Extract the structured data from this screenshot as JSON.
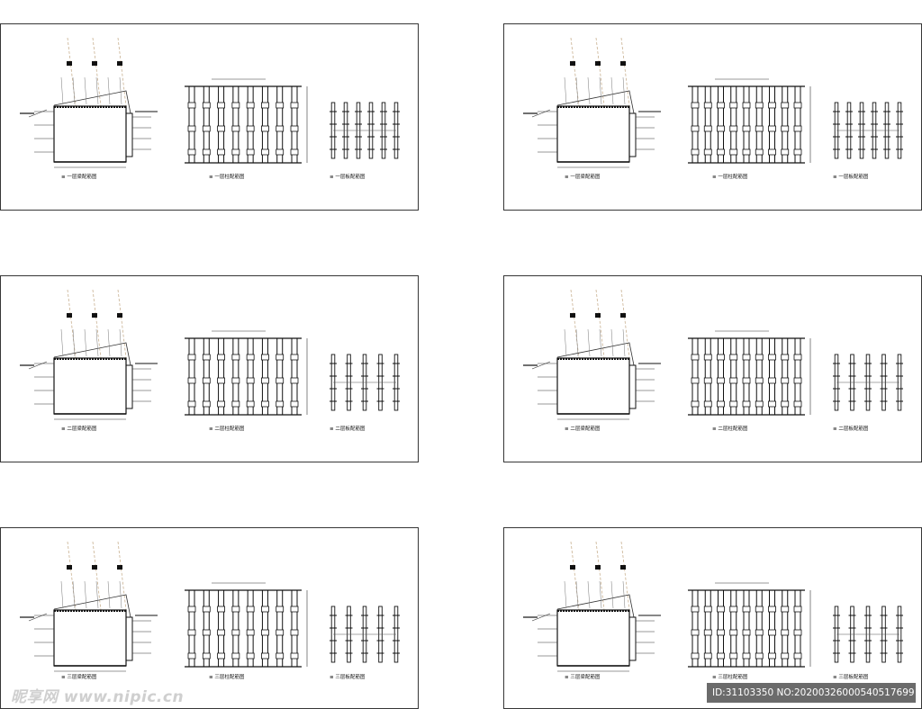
{
  "panels": [
    {
      "captions": [
        "≡ 一层梁配筋图",
        "≡ 一层柱配筋图",
        "≡ 一层板配筋图"
      ]
    },
    {
      "captions": [
        "≡ 一层梁配筋图",
        "≡ 一层柱配筋图",
        "≡ 一层板配筋图"
      ]
    },
    {
      "captions": [
        "≡ 二层梁配筋图",
        "≡ 二层柱配筋图",
        "≡ 二层板配筋图"
      ]
    },
    {
      "captions": [
        "≡ 二层梁配筋图",
        "≡ 二层柱配筋图",
        "≡ 二层板配筋图"
      ]
    },
    {
      "captions": [
        "≡ 三层梁配筋图",
        "≡ 三层柱配筋图",
        "≡ 三层板配筋图"
      ]
    },
    {
      "captions": [
        "≡ 三层梁配筋图",
        "≡ 三层柱配筋图",
        "≡ 三层板配筋图"
      ]
    }
  ],
  "watermark": {
    "left_text": "昵享网 www.nipic.cn",
    "right_text": "ID:31103350 NO:20200326000540517699"
  }
}
